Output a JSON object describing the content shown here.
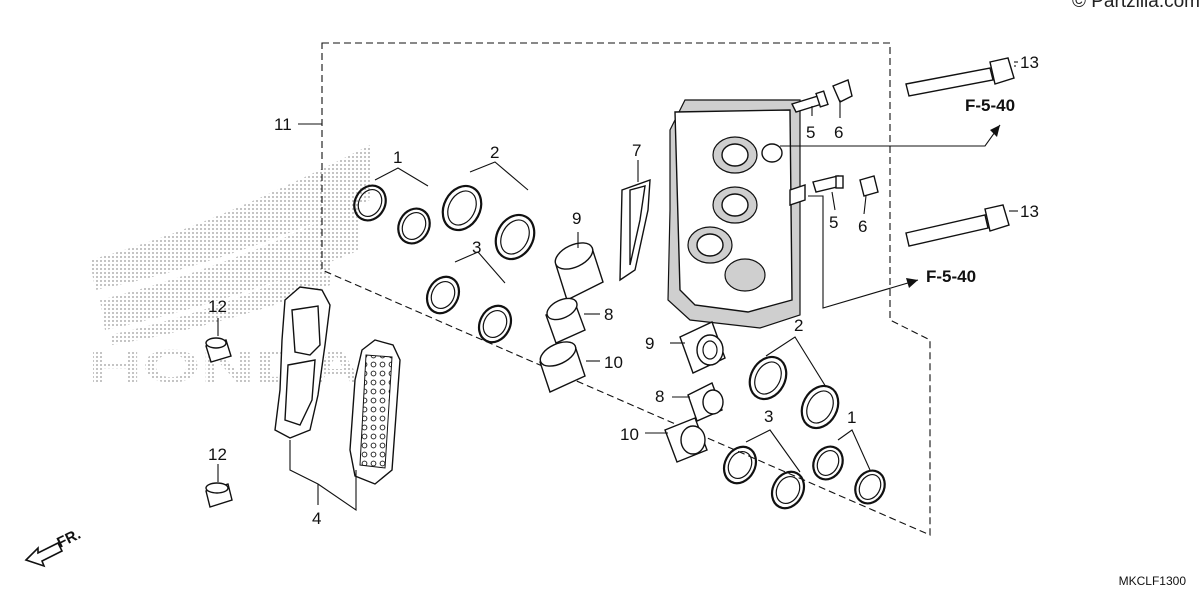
{
  "watermark": "© Partzilla.com",
  "diagram_code": "MKCLF1300",
  "brand_backdrop": "HONDA",
  "direction_label": "FR.",
  "callouts": {
    "c1a": "1",
    "c1b": "1",
    "c2a": "2",
    "c2b": "2",
    "c3a": "3",
    "c3b": "3",
    "c4": "4",
    "c5a": "5",
    "c5b": "5",
    "c6a": "6",
    "c6b": "6",
    "c7": "7",
    "c8a": "8",
    "c8b": "8",
    "c9a": "9",
    "c9b": "9",
    "c10a": "10",
    "c10b": "10",
    "c11": "11",
    "c12a": "12",
    "c12b": "12",
    "c13a": "13",
    "c13b": "13"
  },
  "references": {
    "ref_a": "F-5-40",
    "ref_b": "F-5-40"
  }
}
